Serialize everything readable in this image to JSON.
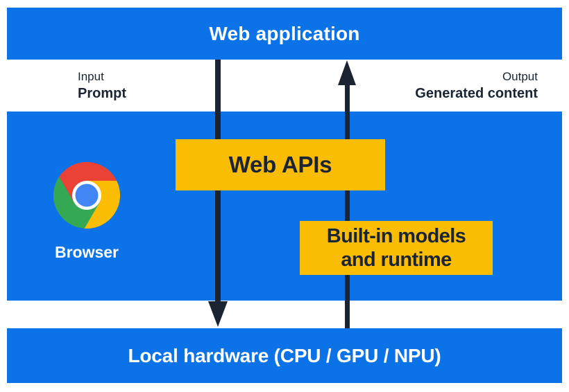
{
  "colors": {
    "layer_blue": "#0B72E8",
    "box_yellow": "#FBBC04",
    "ink_navy": "#1A2433",
    "text_white": "#FFFFFF",
    "chrome_red": "#EA4335",
    "chrome_green": "#34A853",
    "chrome_yellow": "#FBBC04",
    "chrome_blue": "#4285F4"
  },
  "layers": {
    "web_application": {
      "label": "Web application"
    },
    "io": {
      "input_title": "Input",
      "input_value": "Prompt",
      "output_title": "Output",
      "output_value": "Generated content"
    },
    "browser": {
      "label": "Browser",
      "logo_icon": "chrome-logo",
      "web_apis": {
        "label": "Web APIs"
      },
      "builtin_models": {
        "label_line1": "Built-in models",
        "label_line2": "and runtime"
      }
    },
    "local_hardware": {
      "label": "Local hardware (CPU / GPU / NPU)"
    }
  },
  "arrows": {
    "down_arrow": "web-application-to-local-hardware",
    "up_arrow": "local-hardware-to-web-application"
  }
}
